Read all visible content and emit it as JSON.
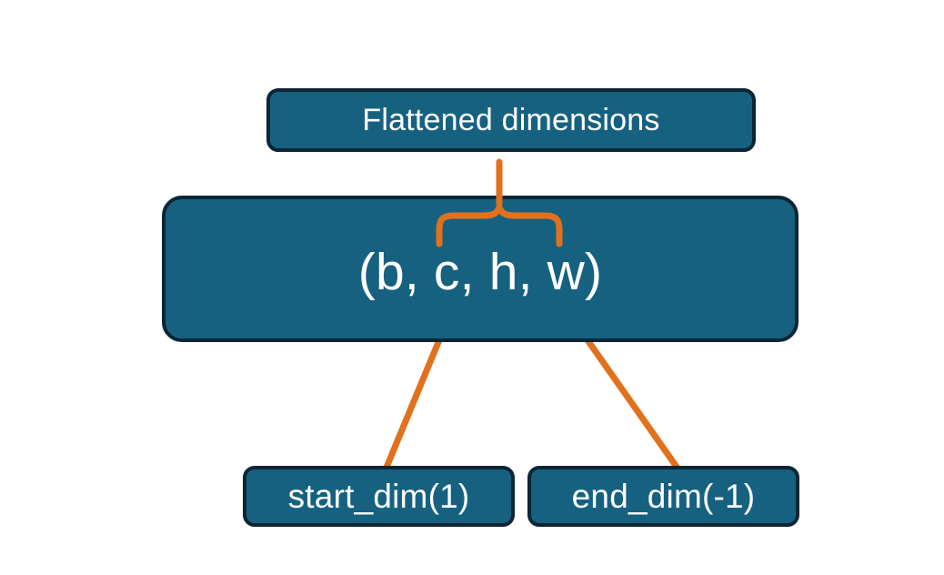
{
  "diagram": {
    "title_box": {
      "label": "Flattened dimensions"
    },
    "shape_box": {
      "label": "(b, c, h, w)"
    },
    "arg_boxes": [
      {
        "label": "start_dim(1)"
      },
      {
        "label": "end_dim(-1)"
      }
    ],
    "colors": {
      "box_fill": "#176180",
      "box_border": "#0d2535",
      "connector": "#E2711D",
      "text": "#ffffff",
      "background": "#ffffff"
    },
    "connectors": [
      {
        "name": "brace-flattened-to-ch",
        "kind": "curly-brace",
        "from": "Flattened dimensions",
        "to": "c, h, w span of (b, c, h, w)"
      },
      {
        "name": "arrow-start-dim-to-c",
        "kind": "arrow",
        "from": "start_dim(1)",
        "to": "c in (b, c, h, w)"
      },
      {
        "name": "arrow-end-dim-to-w",
        "kind": "arrow",
        "from": "end_dim(-1)",
        "to": "w in (b, c, h, w)"
      }
    ]
  }
}
